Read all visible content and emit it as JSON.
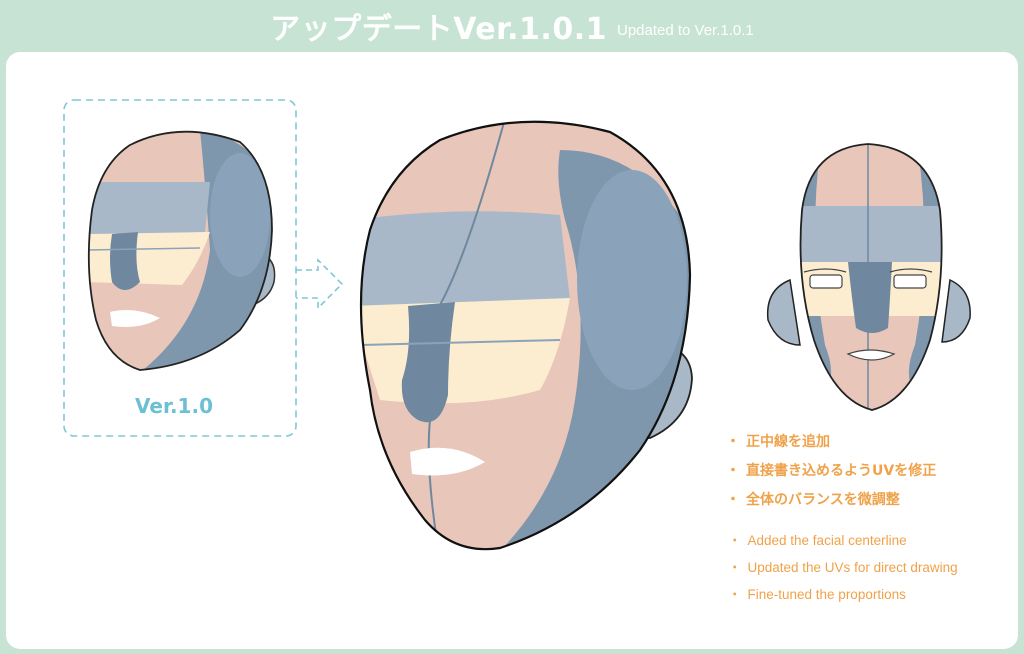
{
  "header": {
    "title": "アップデートVer.1.0.1",
    "subtitle": "Updated to Ver.1.0.1"
  },
  "old_version": {
    "label": "Ver.1.0"
  },
  "notes_jp": [
    "正中線を追加",
    "直接書き込めるようUVを修正",
    "全体のバランスを微調整"
  ],
  "notes_en": [
    "Added the facial centerline",
    "Updated the UVs for direct drawing",
    "Fine-tuned the proportions"
  ],
  "colors": {
    "header_bg": "#c6e3d4",
    "skin": "#e8c6b9",
    "band": "#a8b8c8",
    "side": "#7f97ad",
    "side_dark": "#6f889f",
    "eye_band": "#fcedd0",
    "ear": "#a9b8c6",
    "accent_orange": "#f0a24a",
    "accent_cyan": "#6cc0d3"
  },
  "bullet": "・"
}
